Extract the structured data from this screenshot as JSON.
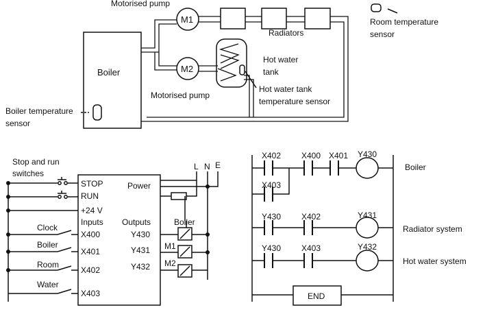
{
  "heating": {
    "pump_m1_caption": "Motorised pump",
    "pump_m1": "M1",
    "pump_m2": "M2",
    "pump_m2_caption": "Motorised pump",
    "radiators": "Radiators",
    "boiler": "Boiler",
    "hot_water_tank_1": "Hot water",
    "hot_water_tank_2": "tank",
    "tank_sensor_1": "Hot water tank",
    "tank_sensor_2": "temperature sensor",
    "boiler_sensor_1": "Boiler temperature",
    "boiler_sensor_2": "sensor",
    "room_sensor_1": "Room temperature",
    "room_sensor_2": "sensor"
  },
  "plc": {
    "switches_1": "Stop and run",
    "switches_2": "switches",
    "stop": "STOP",
    "run": "RUN",
    "v24": "+24 V",
    "inputs": "Inputs",
    "power": "Power",
    "outputs": "Outputs",
    "boiler_out": "Boiler",
    "L": "L",
    "N": "N",
    "E": "E",
    "m1": "M1",
    "m2": "M2",
    "inputs_list": [
      {
        "label": "Clock",
        "addr": "X400"
      },
      {
        "label": "Boiler",
        "addr": "X401"
      },
      {
        "label": "Room",
        "addr": "X402"
      },
      {
        "label": "Water",
        "addr": "X403"
      }
    ],
    "outputs_list": [
      "Y430",
      "Y431",
      "Y432"
    ]
  },
  "ladder": {
    "r1c1": "X402",
    "r1c2": "X400",
    "r1c3": "X401",
    "r1coil": "Y430",
    "r1label": "Boiler",
    "r1b": "X403",
    "r2c1": "Y430",
    "r2c2": "X402",
    "r2coil": "Y431",
    "r2label": "Radiator system",
    "r3c1": "Y430",
    "r3c2": "X403",
    "r3coil": "Y432",
    "r3label": "Hot water system",
    "end": "END"
  }
}
